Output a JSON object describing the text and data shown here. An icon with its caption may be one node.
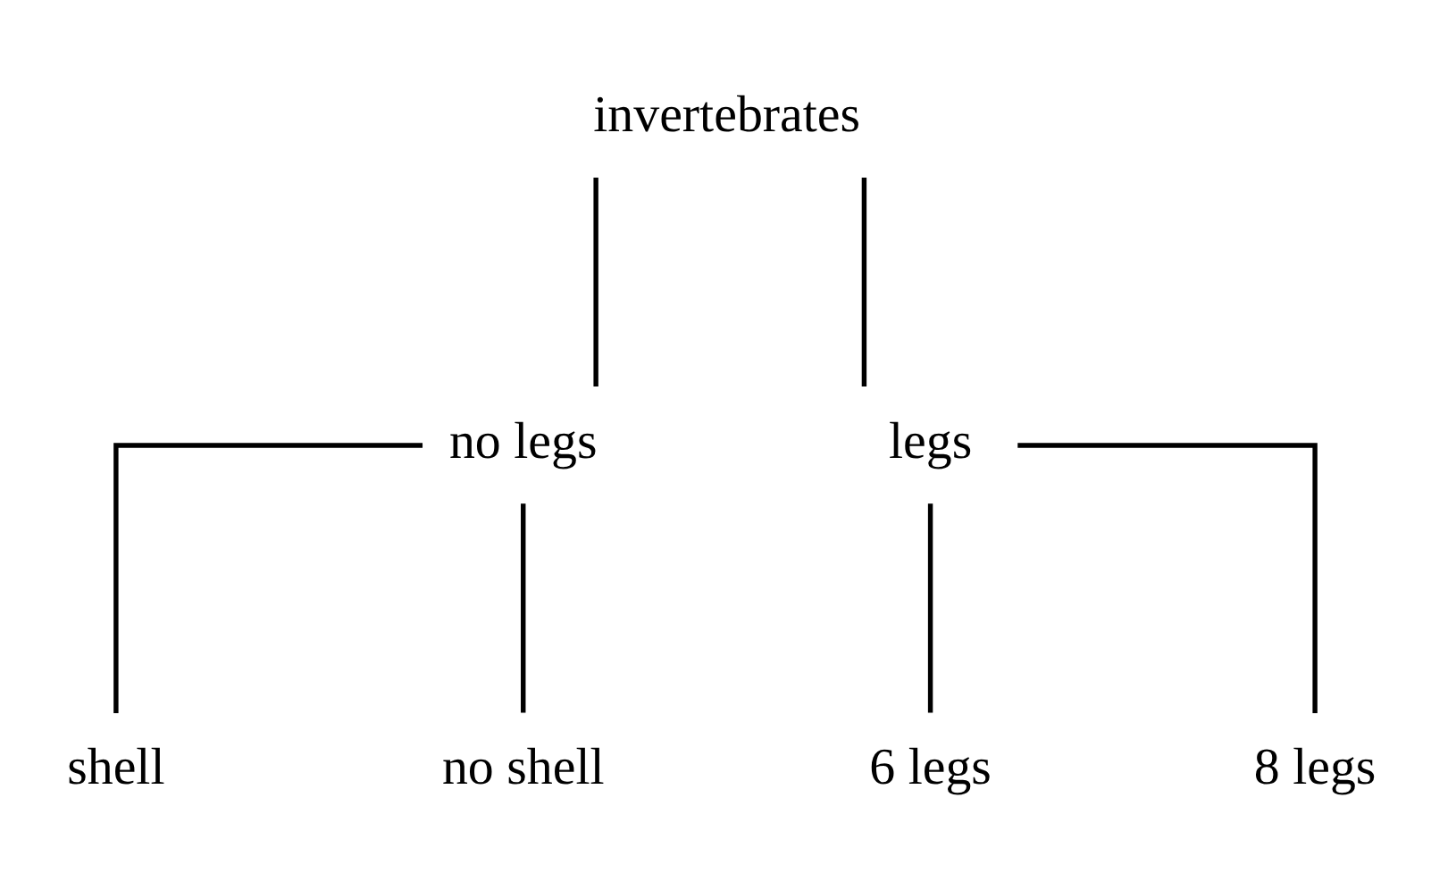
{
  "diagram": {
    "nodes": [
      {
        "text": [
          "invertebrates"
        ]
      },
      {
        "text": [
          "no legs"
        ]
      },
      {
        "text": [
          "legs"
        ]
      },
      {
        "text": [
          "shell"
        ]
      },
      {
        "text": [
          "no shell"
        ]
      },
      {
        "text": [
          "6 legs"
        ]
      },
      {
        "text": [
          "8 legs"
        ]
      }
    ],
    "edges": [
      {
        "from": 0,
        "to": 1,
        "arrow": "none"
      },
      {
        "from": 0,
        "to": 2,
        "arrow": "none"
      },
      {
        "from": 1,
        "to": 3,
        "arrow": "none"
      },
      {
        "from": 1,
        "to": 4,
        "arrow": "none"
      },
      {
        "from": 2,
        "to": 5,
        "arrow": "none"
      },
      {
        "from": 2,
        "to": 6,
        "arrow": "none"
      }
    ]
  }
}
